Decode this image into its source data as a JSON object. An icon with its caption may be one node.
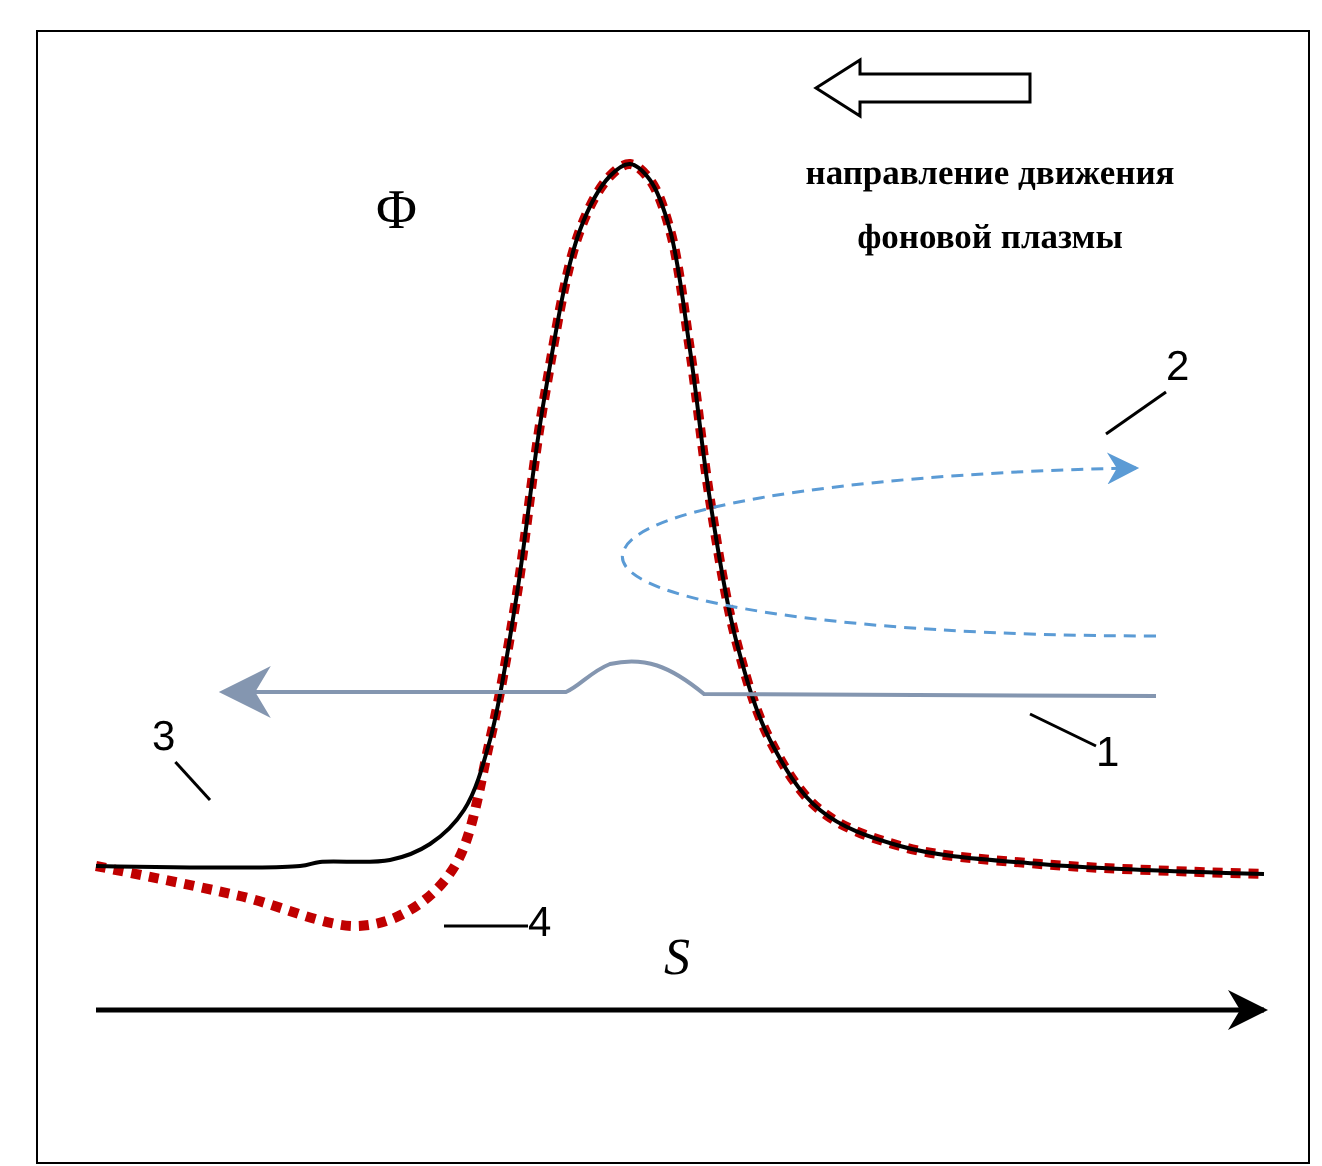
{
  "diagram": {
    "nodes": [
      {
        "text": [
          "2"
        ]
      },
      {
        "text": [
          "1"
        ]
      },
      {
        "text": [
          "3"
        ]
      },
      {
        "text": [
          "4"
        ]
      }
    ],
    "edges": [
      {
        "from": 0,
        "to": null,
        "arrow": "none"
      },
      {
        "from": 1,
        "to": null,
        "arrow": "none"
      },
      {
        "from": 2,
        "to": null,
        "arrow": "none"
      },
      {
        "from": 3,
        "to": null,
        "arrow": "none"
      }
    ],
    "labels": [
      "направление движения фоновой плазмы",
      "Φ",
      "S"
    ]
  }
}
